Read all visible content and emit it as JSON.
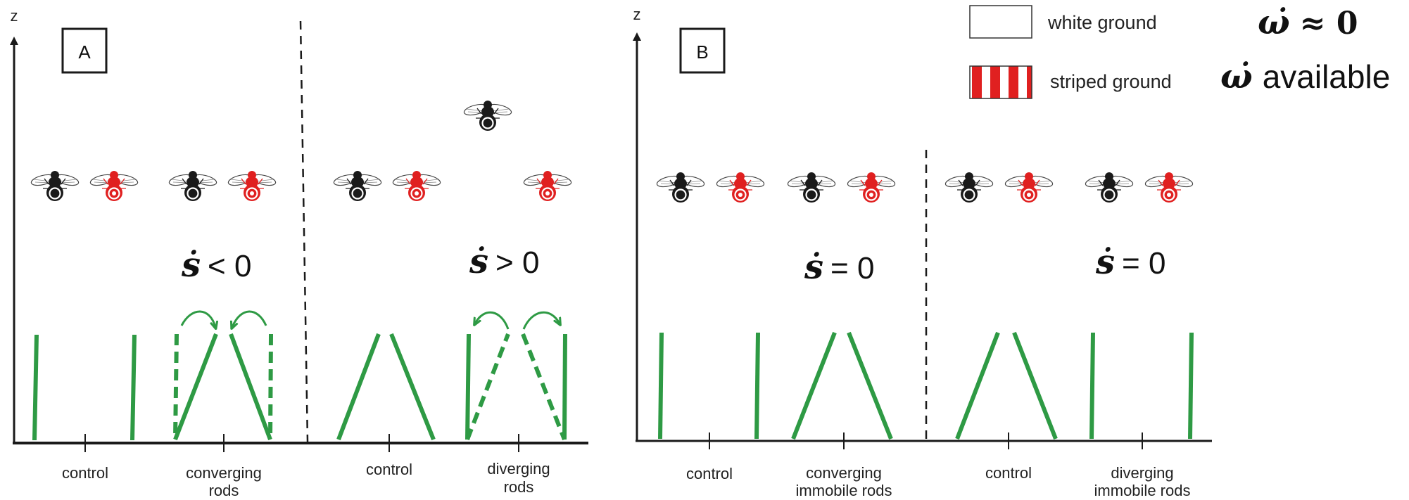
{
  "axes": {
    "z_label": "z"
  },
  "panels": [
    {
      "label": "A",
      "groups": [
        {
          "condition": {
            "variable": "ṡ",
            "relation": "< 0"
          },
          "categories": [
            {
              "label": [
                "control"
              ]
            },
            {
              "label": [
                "converging",
                "rods"
              ]
            }
          ]
        },
        {
          "condition": {
            "variable": "ṡ",
            "relation": "> 0"
          },
          "categories": [
            {
              "label": [
                "control"
              ]
            },
            {
              "label": [
                "diverging",
                "rods"
              ]
            }
          ]
        }
      ]
    },
    {
      "label": "B",
      "groups": [
        {
          "condition": {
            "variable": "ṡ",
            "relation": "= 0"
          },
          "categories": [
            {
              "label": [
                "control"
              ]
            },
            {
              "label": [
                "converging",
                "immobile rods"
              ]
            }
          ]
        },
        {
          "condition": {
            "variable": "ṡ",
            "relation": "= 0"
          },
          "categories": [
            {
              "label": [
                "control"
              ]
            },
            {
              "label": [
                "diverging",
                "immobile rods"
              ]
            }
          ]
        }
      ]
    }
  ],
  "legend": [
    {
      "text": "white ground",
      "swatch": "white",
      "omega": {
        "variable": "ω̇",
        "relation": "≈ 0"
      }
    },
    {
      "text": "striped ground",
      "swatch": "striped",
      "omega": {
        "variable": "ω̇",
        "relation": "available"
      }
    }
  ],
  "colors": {
    "rod": "#2e9a44",
    "fly_black": "#1a1a1a",
    "fly_red": "#e02020",
    "axis": "#1a1a1a",
    "stripe": "#e02020"
  },
  "icons": {
    "fly_black": "fly-icon",
    "fly_red": "fly-red-icon"
  }
}
